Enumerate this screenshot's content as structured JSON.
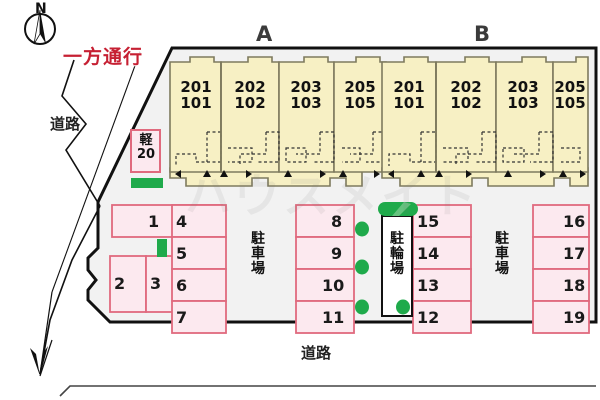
{
  "map": {
    "title": "apartment-site-plan",
    "compass": {
      "north_label": "N"
    },
    "labels": {
      "one_way": "一方通行",
      "road_left": "道路",
      "road_bottom": "道路",
      "parking_left": "駐車場",
      "parking_right": "駐車場",
      "bicycle_parking": "駐輪場",
      "kei_prefix": "軽",
      "kei_number": "20"
    },
    "buildings": [
      {
        "letter": "A",
        "units": [
          {
            "upper": "201",
            "lower": "101"
          },
          {
            "upper": "202",
            "lower": "102"
          },
          {
            "upper": "203",
            "lower": "103"
          },
          {
            "upper": "205",
            "lower": "105"
          }
        ]
      },
      {
        "letter": "B",
        "units": [
          {
            "upper": "201",
            "lower": "101"
          },
          {
            "upper": "202",
            "lower": "102"
          },
          {
            "upper": "203",
            "lower": "103"
          },
          {
            "upper": "205",
            "lower": "105"
          }
        ]
      }
    ],
    "parking_slots": [
      {
        "id": "1"
      },
      {
        "id": "2"
      },
      {
        "id": "3"
      },
      {
        "id": "4"
      },
      {
        "id": "5"
      },
      {
        "id": "6"
      },
      {
        "id": "7"
      },
      {
        "id": "8"
      },
      {
        "id": "9"
      },
      {
        "id": "10"
      },
      {
        "id": "11"
      },
      {
        "id": "12"
      },
      {
        "id": "13"
      },
      {
        "id": "14"
      },
      {
        "id": "15"
      },
      {
        "id": "16"
      },
      {
        "id": "17"
      },
      {
        "id": "18"
      },
      {
        "id": "19"
      }
    ],
    "watermark": "ハウスメイト",
    "colors": {
      "building_fill": "#f7f0c4",
      "building_stroke": "#7e7a5e",
      "slot_fill": "#fce9ef",
      "slot_stroke": "#e06a7e",
      "site_fill": "#f2f2f2",
      "site_stroke": "#111111",
      "accent_red": "#c62033",
      "green": "#1faa4b"
    }
  }
}
